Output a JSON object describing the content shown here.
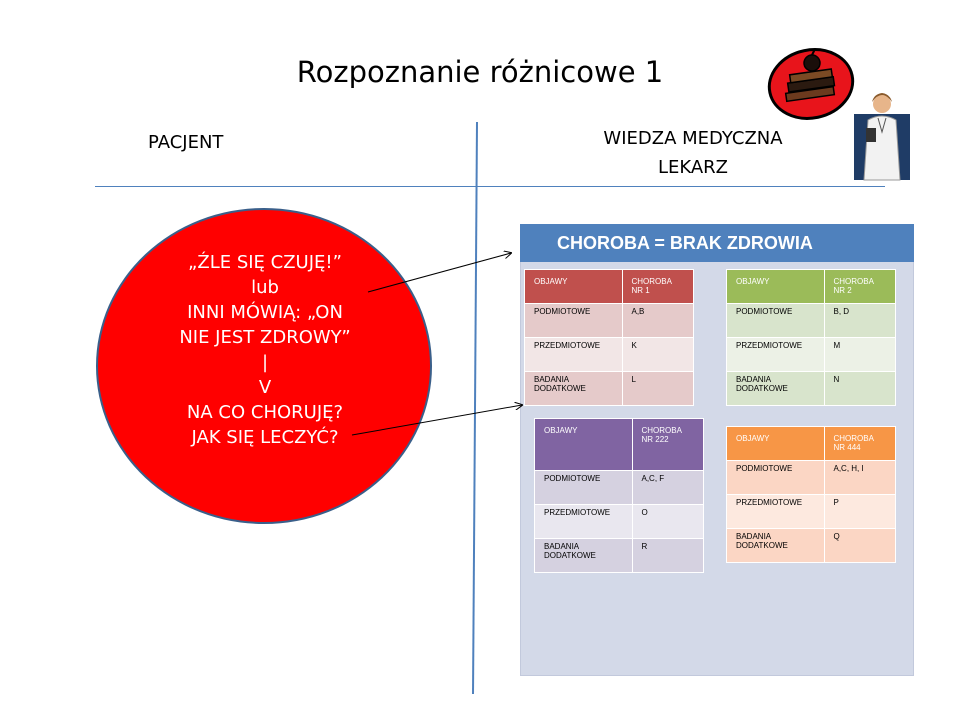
{
  "title": "Rozpoznanie różnicowe 1",
  "left_heading": "PACJENT",
  "right_heading": [
    "WIEDZA MEDYCZNA",
    "LEKARZ"
  ],
  "circle_lines": [
    "„ŹLE SIĘ CZUJĘ!”",
    "lub",
    "INNI MÓWIĄ: „ON",
    "NIE JEST ZDROWY”",
    "|",
    "V",
    "NA CO CHORUJĘ?",
    " JAK SIĘ LECZYĆ?"
  ],
  "panel_title": "CHOROBA = BRAK ZDROWIA",
  "tables": [
    {
      "header": [
        "OBJAWY",
        "CHOROBA NR 1"
      ],
      "rows": [
        [
          "PODMIOTOWE",
          "A,B"
        ],
        [
          "PRZEDMIOTOWE",
          "K"
        ],
        [
          "BADANIA DODATKOWE",
          "L"
        ]
      ],
      "color": "#c0504d"
    },
    {
      "header": [
        "OBJAWY",
        "CHOROBA NR 2"
      ],
      "rows": [
        [
          "PODMIOTOWE",
          "B, D"
        ],
        [
          "PRZEDMIOTOWE",
          "M"
        ],
        [
          "BADANIA DODATKOWE",
          "N"
        ]
      ],
      "color": "#9bbb59"
    },
    {
      "header": [
        "OBJAWY",
        "CHOROBA NR 222"
      ],
      "rows": [
        [
          "PODMIOTOWE",
          "A,C, F"
        ],
        [
          "PRZEDMIOTOWE",
          "O"
        ],
        [
          "BADANIA DODATKOWE",
          "R"
        ]
      ],
      "color": "#8064a2"
    },
    {
      "header": [
        "OBJAWY",
        "CHOROBA  NR  444"
      ],
      "rows": [
        [
          "PODMIOTOWE",
          "A,C, H, I"
        ],
        [
          "PRZEDMIOTOWE",
          "P"
        ],
        [
          "BADANIA DODATKOWE",
          "Q"
        ]
      ],
      "color": "#f79646"
    }
  ],
  "icons": {
    "books": "books-apple-icon",
    "doctor": "doctor-icon"
  }
}
